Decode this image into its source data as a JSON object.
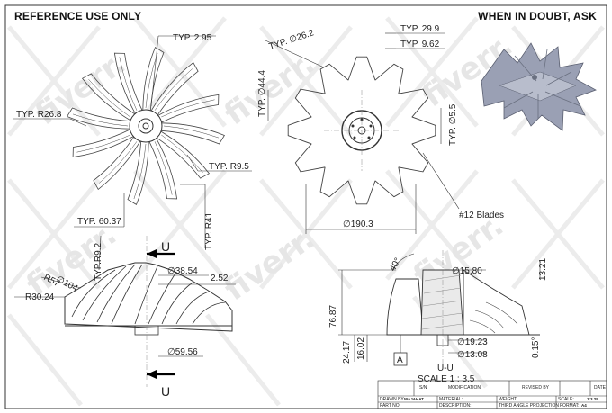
{
  "header": {
    "left_note": "REFERENCE USE ONLY",
    "right_note": "WHEN IN DOUBT, ASK"
  },
  "watermark": "fiverr.",
  "front_view": {
    "typ_thickness": "TYP. 2.95",
    "typ_r_outer": "TYP. R26.8",
    "typ_r_blade": "TYP. R9.5",
    "typ_length": "TYP. 60.37",
    "typ_r_root": "TYP. R41"
  },
  "rear_view": {
    "typ_tip_width": "TYP. 29.9",
    "typ_tip_small": "TYP. 9.62",
    "typ_dia_small": "TYP. ∅26.2",
    "typ_dia_hub": "TYP. ∅44.4",
    "typ_dia_bore": "TYP. ∅5.5",
    "outer_dia": "∅190.3",
    "blades_note": "#12 Blades"
  },
  "side_view": {
    "section_letter_top": "U",
    "section_letter_bottom": "U",
    "typ_r_top": "TYP.R9.2",
    "dia_104": "∅104",
    "r57": "R57",
    "r30": "R30.24",
    "dia_38": "∅38.54",
    "dim_252": "2.52",
    "dia_59": "∅59.56"
  },
  "section_view": {
    "angle": "40°",
    "dia_1580": "∅15.80",
    "dim_1321": "13.21",
    "dim_7687": "76.87",
    "dim_2417": "24.17",
    "dim_1602": "16.02",
    "dia_1923": "∅19.23",
    "dia_1308": "∅13.08",
    "angle_small": "0.15°",
    "datum": "A",
    "section_label": "U-U",
    "scale_label": "SCALE 1 : 3.5"
  },
  "title_block": {
    "col_sn": "S/N",
    "col_mod": "MODIFICATION",
    "col_rev": "REVISED BY",
    "col_date": "DATE",
    "drawn_by_label": "DRAWN BY:",
    "drawn_by": "WAJAHAT",
    "material_label": "MATERIAL:",
    "weight_label": "WEIGHT:",
    "scale_label": "SCALE:",
    "scale_value": "1:3.25",
    "part_no_label": "PART NO:",
    "description_label": "DESCRIPTION:",
    "projection": "THIRD ANGLE PROJECTION",
    "format_label": "FORMAT:",
    "format_value": "A4"
  }
}
